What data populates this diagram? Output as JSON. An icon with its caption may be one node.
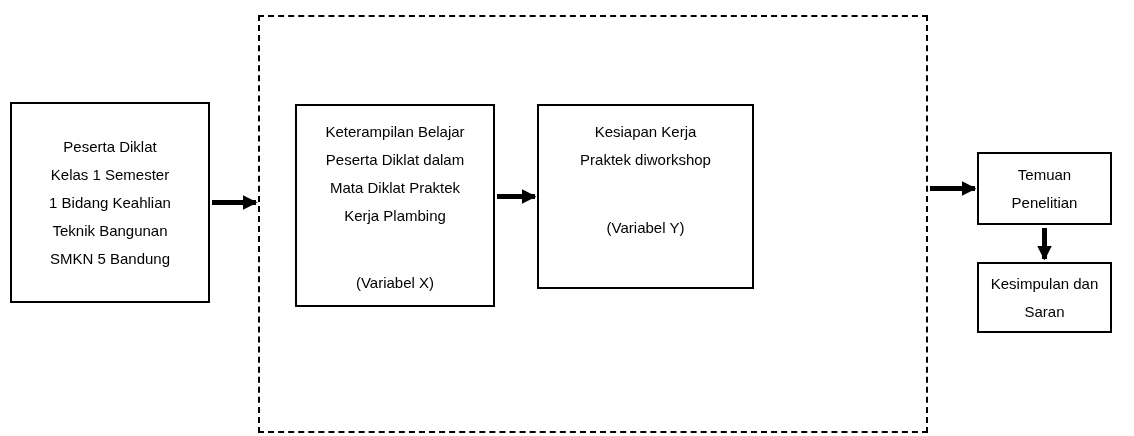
{
  "diagram": {
    "nodes": [
      {
        "text": [
          "Peserta Diklat Kelas 1 Semester 1 Bidang Keahlian Teknik Bangunan SMKN 5 Bandung"
        ]
      },
      {
        "text": [],
        "shape": "box"
      },
      {
        "text": [
          "Keterampilan Belajar Peserta Diklat dalam Mata Diklat Praktek Kerja Plambing",
          "(Variabel X)"
        ],
        "in": 1
      },
      {
        "text": [
          "Kesiapan Kerja Praktek diworkshop",
          "(Variabel Y)"
        ],
        "in": 1
      },
      {
        "text": [
          "Temuan Penelitian"
        ]
      },
      {
        "text": [
          "Kesimpulan dan Saran"
        ]
      }
    ],
    "edges": [
      {
        "from": 0,
        "to": 1,
        "arrow": "to"
      },
      {
        "from": 2,
        "to": 3,
        "arrow": "to"
      },
      {
        "from": 1,
        "to": 4,
        "arrow": "to"
      },
      {
        "from": 4,
        "to": 5,
        "arrow": "to"
      }
    ]
  }
}
